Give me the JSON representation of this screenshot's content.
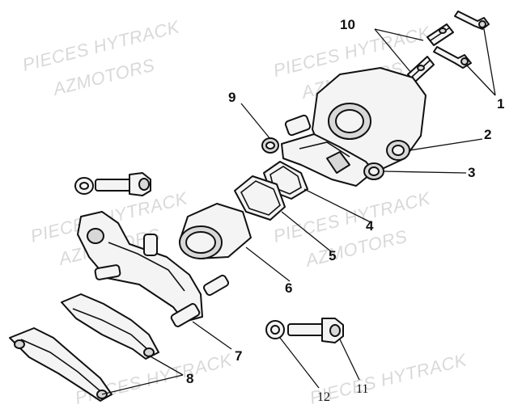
{
  "watermark": {
    "line1": "PIECES HYTRACK",
    "line2": "AZMOTORS",
    "line2_short": "AZMOT",
    "line2_tail": "ORS"
  },
  "callouts": [
    {
      "id": "c1",
      "label": "1"
    },
    {
      "id": "c2",
      "label": "2"
    },
    {
      "id": "c3",
      "label": "3"
    },
    {
      "id": "c4",
      "label": "4"
    },
    {
      "id": "c5",
      "label": "5"
    },
    {
      "id": "c6",
      "label": "6"
    },
    {
      "id": "c7",
      "label": "7"
    },
    {
      "id": "c8",
      "label": "8"
    },
    {
      "id": "c9",
      "label": "9"
    },
    {
      "id": "c10",
      "label": "10"
    },
    {
      "id": "c11",
      "label": "11"
    },
    {
      "id": "c12",
      "label": "12"
    }
  ],
  "colors": {
    "ink": "#111111",
    "watermark": "#d9d9d9",
    "background": "#ffffff"
  }
}
